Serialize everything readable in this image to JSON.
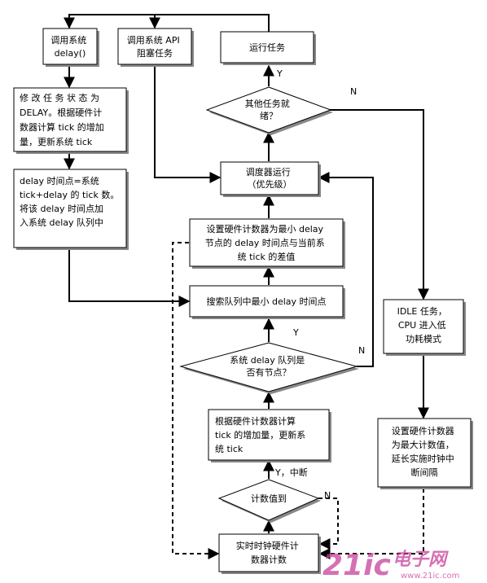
{
  "nodes": {
    "call_delay": [
      "调用系统",
      "delay()"
    ],
    "call_api": [
      "调用系统 API",
      "阻塞任务"
    ],
    "run_task": [
      "运行任务"
    ],
    "modify_state": [
      "修 改 任 务 状 态 为",
      "DELAY。根据硬件计",
      "数器计算 tick 的增加",
      "量，更新系统 tick"
    ],
    "delay_point": [
      "delay 时间点=系统",
      "tick+delay 的 tick 数。",
      "将该 delay 时间点加",
      "入系统 delay 队列中"
    ],
    "other_ready": [
      "其他任务就",
      "绪？"
    ],
    "scheduler": [
      "调度器运行",
      "（优先级）"
    ],
    "set_counter_min": [
      "设置硬件计数器为最小 delay",
      "节点的 delay 时间点与当前系",
      "统 tick 的差值"
    ],
    "search_min": [
      "搜索队列中最小 delay 时间点"
    ],
    "has_node": [
      "系统 delay 队列是",
      "否有节点？"
    ],
    "calc_tick": [
      "根据硬件计数器计算",
      "tick 的增加量，更新系",
      "统 tick"
    ],
    "count_reached": [
      "计数值到"
    ],
    "rtc_count": [
      "实时时钟硬件计",
      "数器计数"
    ],
    "idle": [
      "IDLE 任务，",
      "CPU 进入低",
      "功耗模式"
    ],
    "set_counter_max": [
      "设置硬件计数器",
      "为最大计数值，",
      "延长实施时钟中",
      "断间隔"
    ]
  },
  "edge_labels": {
    "other_ready_yes": "Y",
    "other_ready_no": "N",
    "has_node_yes": "Y",
    "has_node_no": "N",
    "count_yes": "Y，中断",
    "count_no": "N"
  },
  "watermark": {
    "text": "21ic",
    "subtext": "电子网",
    "url": "www.21ic.com",
    "color": "#c8419b"
  }
}
